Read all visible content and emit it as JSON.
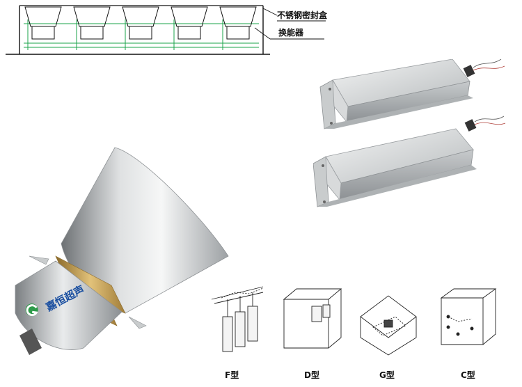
{
  "diagram": {
    "callouts": {
      "sealed_box": "不锈钢密封盒",
      "transducer": "换能器"
    }
  },
  "product": {
    "brand": "嘉恒超声"
  },
  "types": [
    {
      "label": "F型"
    },
    {
      "label": "D型"
    },
    {
      "label": "G型"
    },
    {
      "label": "C型"
    }
  ],
  "colors": {
    "diagram_line": "#111111",
    "diagram_green": "#1aa34a",
    "brand_blue": "#1a4fa0",
    "metal_light": "#e8e9ea",
    "metal_dark": "#8f9396",
    "gold": "#c9a14a"
  }
}
